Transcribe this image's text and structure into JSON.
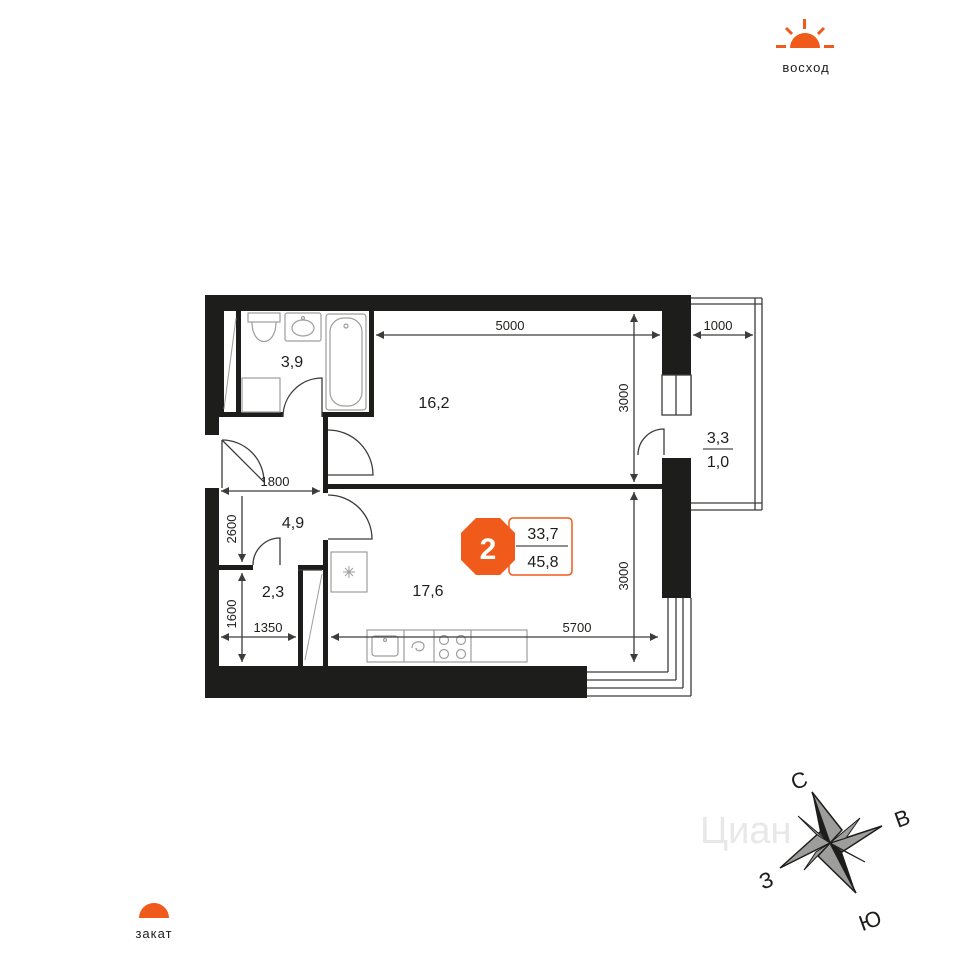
{
  "colors": {
    "accent": "#f05a1a",
    "wall": "#1d1d1b",
    "line": "#3c3c3b",
    "fixture": "#9d9d9c"
  },
  "sun": {
    "sunrise_label": "восход",
    "sunset_label": "закат"
  },
  "compass": {
    "north": "С",
    "east": "В",
    "south": "Ю",
    "west": "З"
  },
  "badge": {
    "rooms": "2",
    "living_area": "33,7",
    "total_area": "45,8"
  },
  "rooms": {
    "bathroom": "3,9",
    "bedroom": "16,2",
    "hall": "4,9",
    "storage": "2,3",
    "kitchen_living": "17,6",
    "balcony_full": "3,3",
    "balcony_reduced": "1,0"
  },
  "dimensions": {
    "bedroom_width": "5000",
    "bedroom_depth": "3000",
    "balcony_width": "1000",
    "hall_width": "1800",
    "hall_depth": "2600",
    "storage_depth": "1600",
    "storage_width": "1350",
    "kitchen_width": "5700",
    "kitchen_depth": "3000"
  },
  "watermark": "Циан"
}
